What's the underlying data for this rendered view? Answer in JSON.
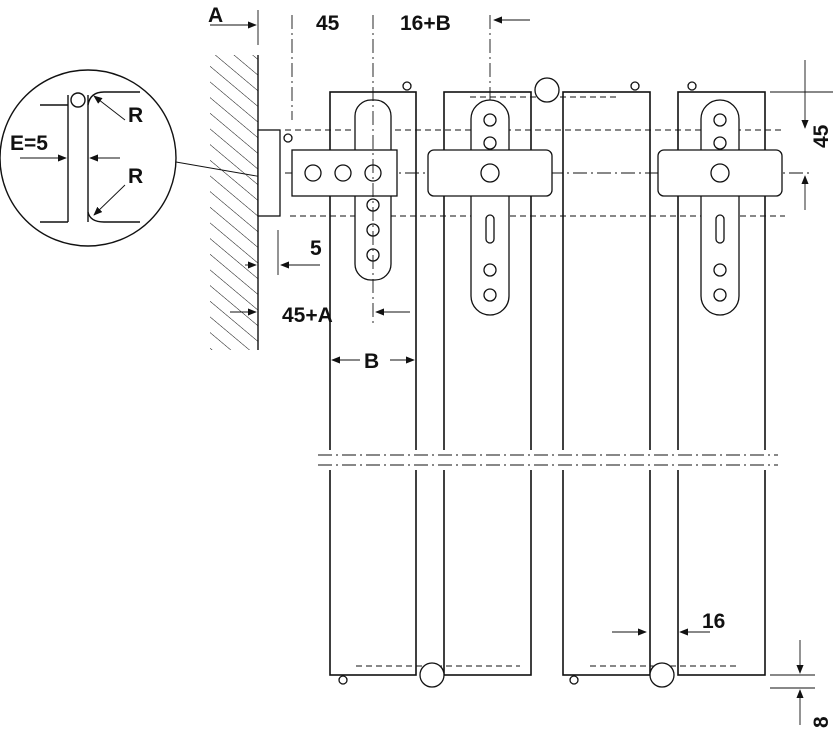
{
  "drawing": {
    "labels": {
      "a": "A",
      "top_45": "45",
      "top_16b": "16+B",
      "right_45": "45",
      "e5": "E=5",
      "r_top": "R",
      "r_bottom": "R",
      "five": "5",
      "fortyfive_a": "45+A",
      "b": "B",
      "sixteen": "16",
      "eight": "8"
    },
    "colors": {
      "ink": "#111111",
      "background": "#ffffff"
    }
  }
}
